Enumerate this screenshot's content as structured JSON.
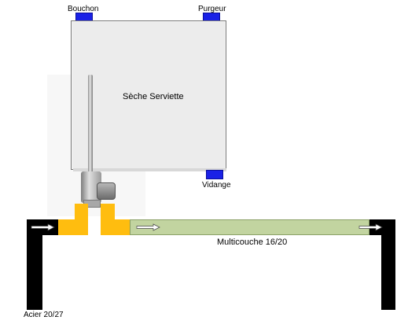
{
  "labels": {
    "bouchon": "Bouchon",
    "purgeur": "Purgeur",
    "radiator": "Sèche Serviette",
    "vidange": "Vidange",
    "multicouche": "Multicouche 16/20",
    "acier": "Acier 20/27"
  },
  "colors": {
    "port_blue": "#1a21e6",
    "fitting_yellow": "#ffbd0f",
    "multicouche_green": "#c2d4a0",
    "steel_black": "#000000"
  },
  "icons": [
    "flow-arrow-icon"
  ]
}
